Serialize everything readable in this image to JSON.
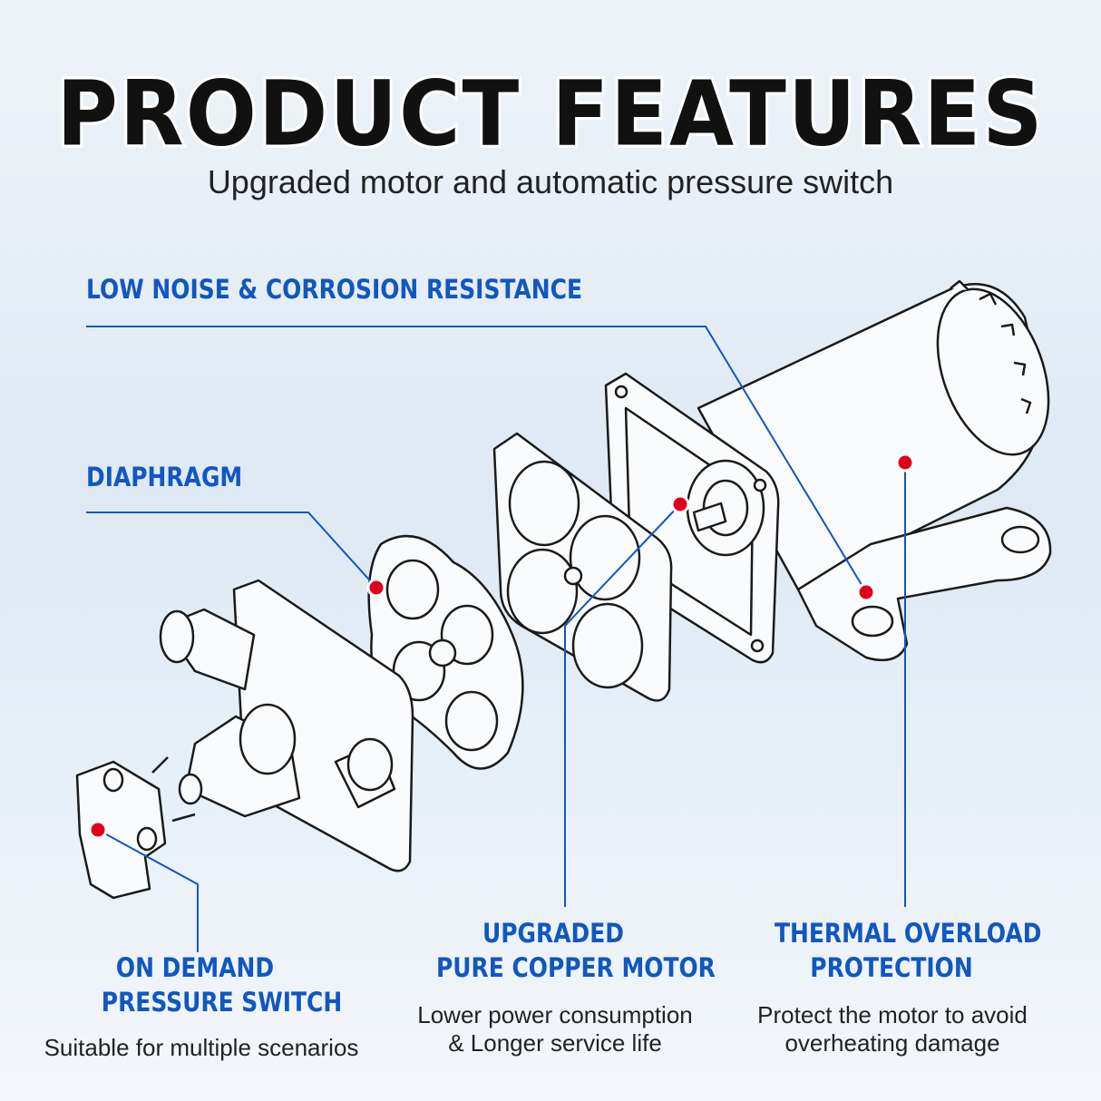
{
  "header": {
    "title": "PRODUCT FEATURES",
    "subtitle": "Upgraded motor and automatic pressure switch"
  },
  "features": {
    "low_noise": "LOW NOISE & CORROSION RESISTANCE",
    "diaphragm": "DIAPHRAGM",
    "pressure_switch_line1": "ON DEMAND",
    "pressure_switch_line2": "PRESSURE SWITCH",
    "pressure_switch_desc": "Suitable for multiple scenarios",
    "motor_line1": "UPGRADED",
    "motor_line2": "PURE COPPER MOTOR",
    "motor_desc_line1": "Lower power consumption",
    "motor_desc_line2": "& Longer service life",
    "thermal_line1": "THERMAL OVERLOAD",
    "thermal_line2": "PROTECTION",
    "thermal_desc_line1": "Protect the motor to avoid",
    "thermal_desc_line2": "overheating damage"
  },
  "colors": {
    "accent": "#1157c0",
    "marker": "#e0001b",
    "line_art": "#1a1a1a"
  }
}
